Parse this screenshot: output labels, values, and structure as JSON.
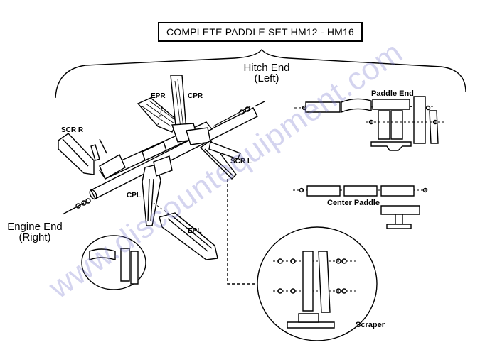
{
  "title": "COMPLETE PADDLE SET HM12 - HM16",
  "labels": {
    "hitch_end_line1": "Hitch End",
    "hitch_end_line2": "(Left)",
    "engine_end_line1": "Engine End",
    "engine_end_line2": "(Right)",
    "epr": "EPR",
    "cpr": "CPR",
    "scr_r": "SCR R",
    "scr_l": "SCR L",
    "cpl": "CPL",
    "epl": "EPL",
    "paddle_end": "Paddle End",
    "center_paddle": "Center Paddle",
    "scraper": "Scraper"
  },
  "watermark": "www.discountequipment.com",
  "colors": {
    "line": "#000000",
    "watermark": "#7878cd"
  }
}
